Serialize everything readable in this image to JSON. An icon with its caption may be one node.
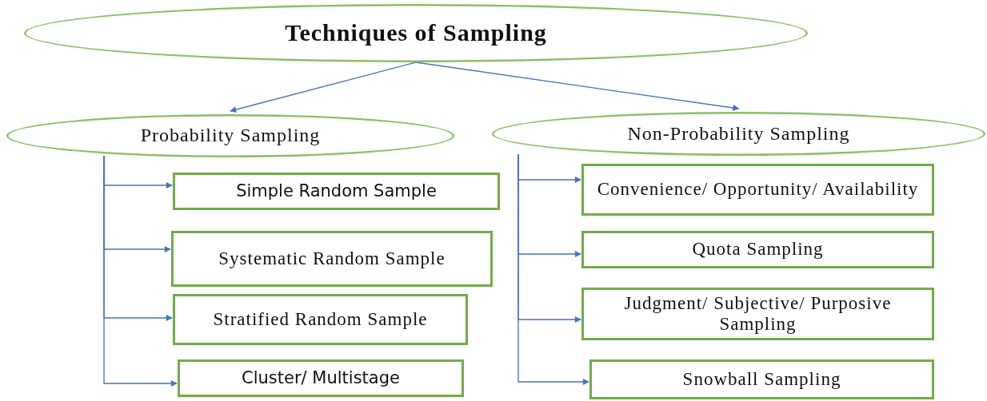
{
  "diagram": {
    "nodes": [
      {
        "text": [
          "Techniques of Sampling"
        ]
      },
      {
        "text": [
          "Probability Sampling"
        ]
      },
      {
        "text": [
          "Non-Probability Sampling"
        ]
      },
      {
        "text": [
          "Simple Random Sample"
        ]
      },
      {
        "text": [
          "Systematic Random Sample"
        ]
      },
      {
        "text": [
          "Stratified Random Sample"
        ]
      },
      {
        "text": [
          "Cluster/ Multistage"
        ]
      },
      {
        "text": [
          "Convenience/ Opportunity/ Availability"
        ]
      },
      {
        "text": [
          "Quota Sampling"
        ]
      },
      {
        "text": [
          "Judgment/ Subjective/ Purposive Sampling"
        ]
      },
      {
        "text": [
          "Snowball Sampling"
        ]
      }
    ],
    "edges": [
      {
        "from": 0,
        "to": 1,
        "arrow": "to"
      },
      {
        "from": 0,
        "to": 2,
        "arrow": "to"
      },
      {
        "from": 1,
        "to": 3,
        "arrow": "to"
      },
      {
        "from": 1,
        "to": 4,
        "arrow": "to"
      },
      {
        "from": 1,
        "to": 5,
        "arrow": "to"
      },
      {
        "from": 1,
        "to": 6,
        "arrow": "to"
      },
      {
        "from": 2,
        "to": 7,
        "arrow": "to"
      },
      {
        "from": 2,
        "to": 8,
        "arrow": "to"
      },
      {
        "from": 2,
        "to": 9,
        "arrow": "to"
      },
      {
        "from": 2,
        "to": 10,
        "arrow": "to"
      }
    ]
  }
}
